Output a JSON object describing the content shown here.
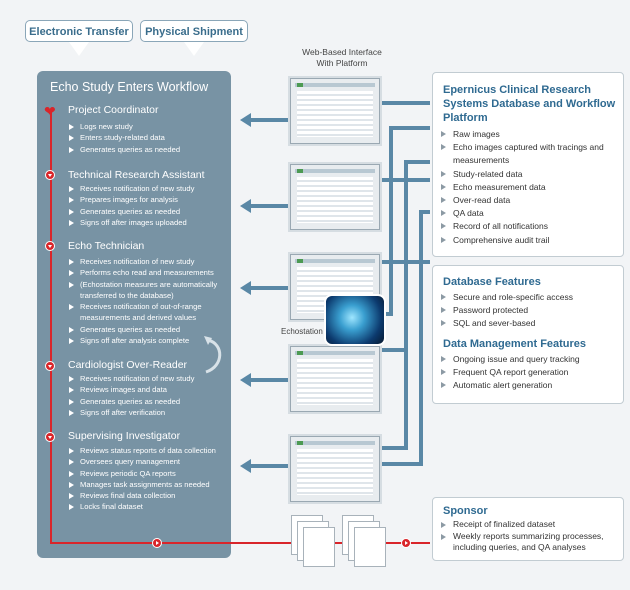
{
  "tabs": {
    "electronic": "Electronic Transfer",
    "physical": "Physical Shipment"
  },
  "platform_label": "Web-Based Interface\nWith Platform",
  "echostation_label": "Echostation",
  "workflow": {
    "title": "Echo Study Enters Workflow",
    "stages": [
      {
        "title": "Project Coordinator",
        "items": [
          "Logs new study",
          "Enters study-related data",
          "Generates queries as needed"
        ]
      },
      {
        "title": "Technical Research Assistant",
        "items": [
          "Receives notification of new study",
          "Prepares images for analysis",
          "Generates queries as needed",
          "Signs off after images uploaded"
        ]
      },
      {
        "title": "Echo Technician",
        "items": [
          "Receives notification of new study",
          "Performs echo read and measurements",
          "(Echostation measures are automatically transferred to the database)",
          "Receives notification of out-of-range measurements and derived values",
          "Generates queries as needed",
          "Signs off after analysis complete"
        ]
      },
      {
        "title": "Cardiologist Over-Reader",
        "items": [
          "Receives notification of new study",
          "Reviews images and data",
          "Generates queries as needed",
          "Signs off after verification"
        ]
      },
      {
        "title": "Supervising Investigator",
        "items": [
          "Reviews status reports of data collection",
          "Oversees query management",
          "Reviews periodic QA reports",
          "Manages task assignments as needed",
          "Reviews final data collection",
          "Locks final dataset"
        ]
      }
    ]
  },
  "database": {
    "title": "Epernicus Clinical Research Systems Database and Workflow Platform",
    "items": [
      "Raw images",
      "Echo images captured with tracings and measurements",
      "Study-related data",
      "Echo measurement data",
      "Over-read data",
      "QA data",
      "Record of all notifications",
      "Comprehensive audit trail"
    ]
  },
  "db_features": {
    "title": "Database Features",
    "items": [
      "Secure and role-specific access",
      "Password protected",
      "SQL and sever-based"
    ]
  },
  "dm_features": {
    "title": "Data Management Features",
    "items": [
      "Ongoing issue and query tracking",
      "Frequent QA report generation",
      "Automatic alert generation"
    ]
  },
  "sponsor": {
    "title": "Sponsor",
    "items": [
      "Receipt of finalized dataset",
      "Weekly reports summarizing processes, including queries, and QA analyses"
    ]
  },
  "colors": {
    "panel": "#7893a4",
    "accent_red": "#d9252a",
    "arrow_steel": "#5a88a6",
    "heading_blue": "#2f6a91"
  },
  "icons": {
    "heart": "heart-icon",
    "process_marker": "red-circle-marker-icon",
    "cycle": "curved-arrow-icon"
  }
}
